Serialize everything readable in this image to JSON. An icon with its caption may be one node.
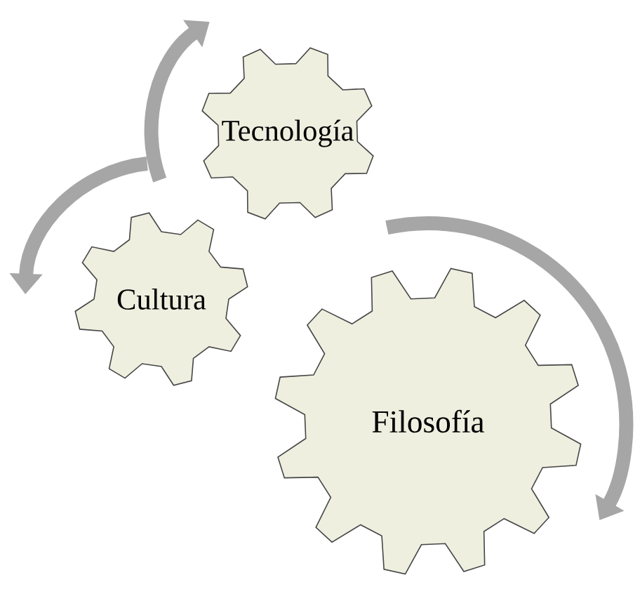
{
  "diagram": {
    "nodes": [
      {
        "text": [
          "Tecnología"
        ]
      },
      {
        "text": [
          "Cultura"
        ]
      },
      {
        "text": [
          "Filosofía"
        ]
      }
    ]
  }
}
